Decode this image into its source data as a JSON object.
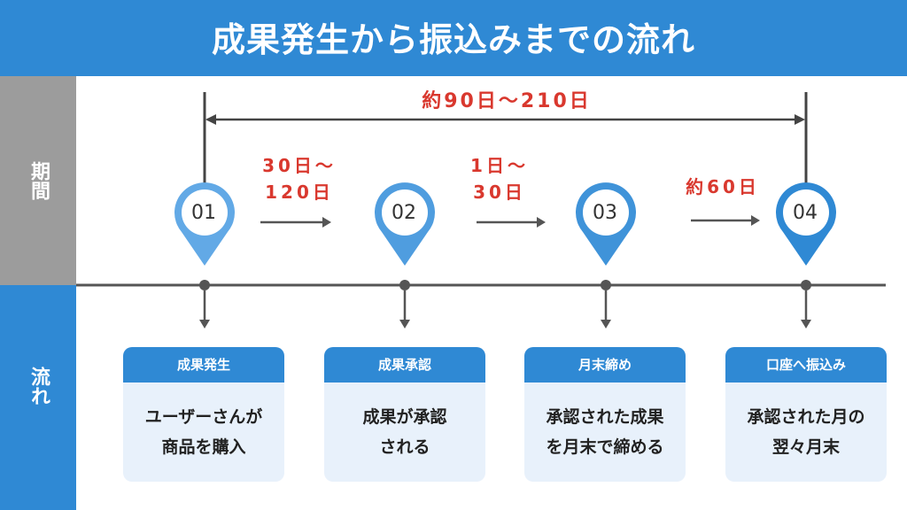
{
  "header": {
    "title": "成果発生から振込みまでの流れ"
  },
  "side": {
    "period_label": "期間",
    "flow_label": "流れ"
  },
  "top_period": "約90日〜210日",
  "intervals": [
    {
      "line1": "30日〜",
      "line2": "120日"
    },
    {
      "line1": "1日〜",
      "line2": "30日"
    },
    {
      "line1": "約60日"
    }
  ],
  "steps": [
    {
      "number": "01",
      "title": "成果発生",
      "desc_line1": "ユーザーさんが",
      "desc_line2": "商品を購入"
    },
    {
      "number": "02",
      "title": "成果承認",
      "desc_line1": "成果が承認",
      "desc_line2": "される"
    },
    {
      "number": "03",
      "title": "月末締め",
      "desc_line1": "承認された成果",
      "desc_line2": "を月末で締める"
    },
    {
      "number": "04",
      "title": "口座へ振込み",
      "desc_line1": "承認された月の",
      "desc_line2": "翌々月末"
    }
  ],
  "colors": {
    "primary_blue": "#2f89d4",
    "light_blue": "#62a9e6",
    "gray_panel": "#9c9c9c",
    "red_text": "#d9382e",
    "card_bg": "#e8f1fb"
  }
}
